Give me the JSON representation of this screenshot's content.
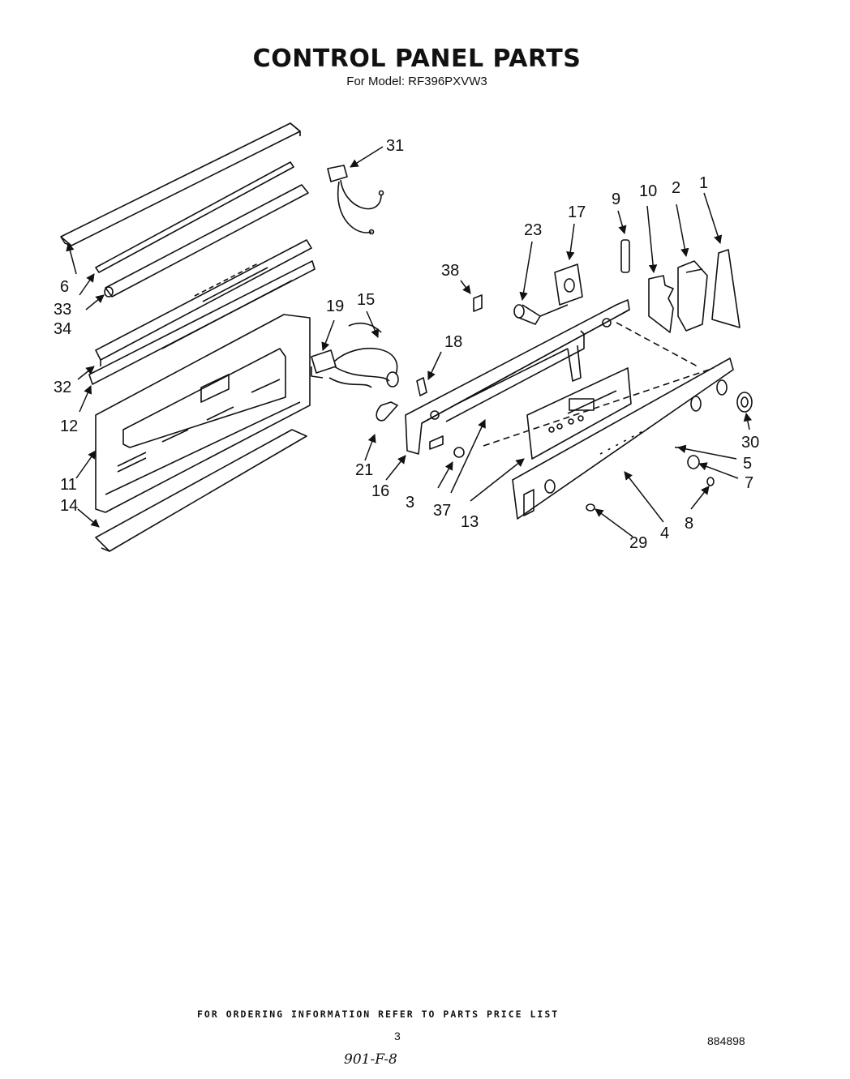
{
  "header": {
    "title": "CONTROL PANEL PARTS",
    "subtitle": "For Model: RF396PXVW3"
  },
  "callouts": [
    {
      "id": "c31",
      "label": "31"
    },
    {
      "id": "c6",
      "label": "6"
    },
    {
      "id": "c33",
      "label": "33"
    },
    {
      "id": "c34",
      "label": "34"
    },
    {
      "id": "c32",
      "label": "32"
    },
    {
      "id": "c12",
      "label": "12"
    },
    {
      "id": "c11",
      "label": "11"
    },
    {
      "id": "c14",
      "label": "14"
    },
    {
      "id": "c19",
      "label": "19"
    },
    {
      "id": "c15",
      "label": "15"
    },
    {
      "id": "c21",
      "label": "21"
    },
    {
      "id": "c16",
      "label": "16"
    },
    {
      "id": "c18",
      "label": "18"
    },
    {
      "id": "c38",
      "label": "38"
    },
    {
      "id": "c3",
      "label": "3"
    },
    {
      "id": "c37",
      "label": "37"
    },
    {
      "id": "c13",
      "label": "13"
    },
    {
      "id": "c23",
      "label": "23"
    },
    {
      "id": "c17",
      "label": "17"
    },
    {
      "id": "c9",
      "label": "9"
    },
    {
      "id": "c10",
      "label": "10"
    },
    {
      "id": "c2",
      "label": "2"
    },
    {
      "id": "c1",
      "label": "1"
    },
    {
      "id": "c30",
      "label": "30"
    },
    {
      "id": "c5",
      "label": "5"
    },
    {
      "id": "c7",
      "label": "7"
    },
    {
      "id": "c8",
      "label": "8"
    },
    {
      "id": "c29",
      "label": "29"
    },
    {
      "id": "c4",
      "label": "4"
    }
  ],
  "footer": {
    "note": "FOR ORDERING INFORMATION REFER TO PARTS PRICE LIST",
    "page": "3",
    "doc_number": "884898",
    "handwritten": "901-F-8"
  }
}
